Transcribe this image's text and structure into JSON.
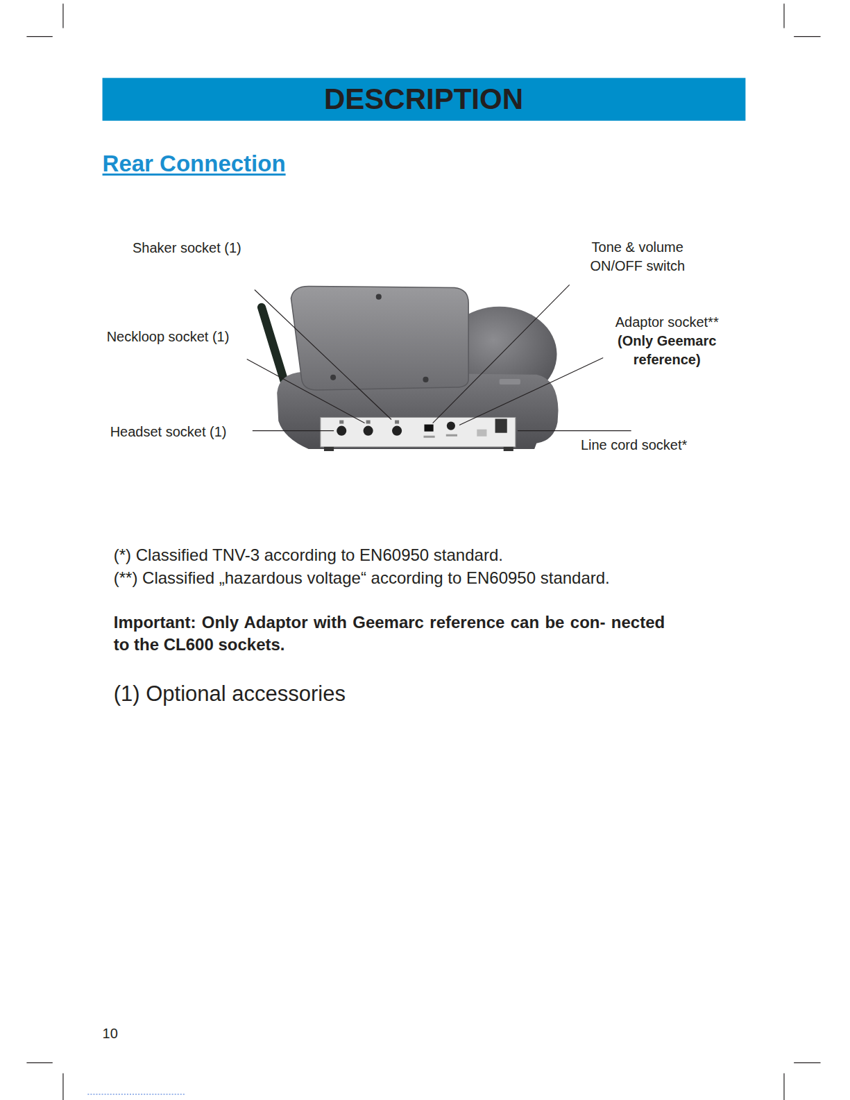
{
  "diagram": {
    "title": "DESCRIPTION",
    "labels": [
      "Rear Connection",
      "Shaker socket (1)",
      "Tone & volume ON/OFF switch",
      "Neckloop socket (1)",
      "Adaptor socket**",
      "(Only Geemarc reference)",
      "Headset socket (1)",
      "Line cord socket*",
      "(*) Classified TNV-3 according to EN60950 standard.",
      "(**) Classified „hazardous voltage“ according to EN60950 standard.",
      "Important: Only Adaptor with Geemarc reference can be con- nected to the CL600 sockets.",
      "(1) Optional accessories",
      "10"
    ]
  }
}
